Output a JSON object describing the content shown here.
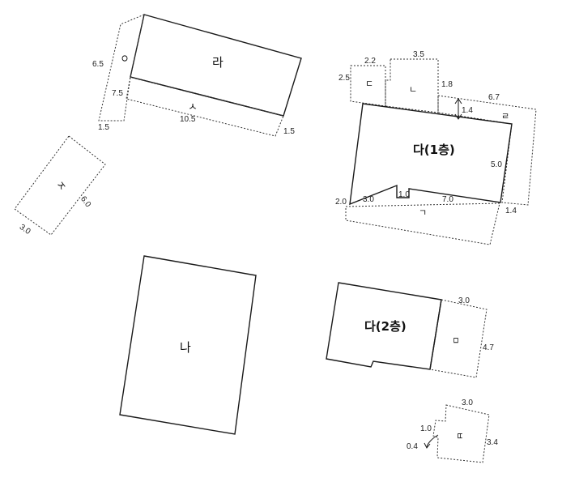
{
  "buildings": {
    "ra": {
      "label": "라",
      "dims": {
        "left_top": "6.5",
        "left_bottom": "7.5",
        "bottom_left": "1.5",
        "bottom": "10.5",
        "bottom_right": "1.5"
      }
    },
    "a": {
      "label": "ㅇ"
    },
    "s": {
      "label": "ㅅ"
    },
    "j": {
      "label": "ㅈ",
      "dims": {
        "side": "6.0",
        "bottom": "3.0"
      }
    },
    "na": {
      "label": "나"
    },
    "da1": {
      "label": "다(1층)",
      "dims": {
        "right": "5.0",
        "bottom_a": "3.0",
        "step": "1.0",
        "bottom_b": "7.0",
        "left": "2.0",
        "right_bottom": "1.4"
      }
    },
    "d": {
      "label": "ㄷ",
      "dims": {
        "width": "2.2",
        "height": "2.5"
      }
    },
    "n": {
      "label": "ㄴ",
      "dims": {
        "width": "3.5",
        "height": "1.8"
      }
    },
    "r": {
      "label": "ㄹ",
      "dims": {
        "width": "6.7",
        "offset": "1.4"
      }
    },
    "g": {
      "label": "ㄱ"
    },
    "da2": {
      "label": "다(2층)",
      "dims": {}
    },
    "m": {
      "label": "ㅁ",
      "dims": {
        "width": "3.0",
        "height": "4.7"
      }
    },
    "b": {
      "label": "ㅂ",
      "dims": {
        "width": "3.0",
        "height": "3.4",
        "step": "1.0",
        "step_small": "0.4"
      }
    }
  }
}
